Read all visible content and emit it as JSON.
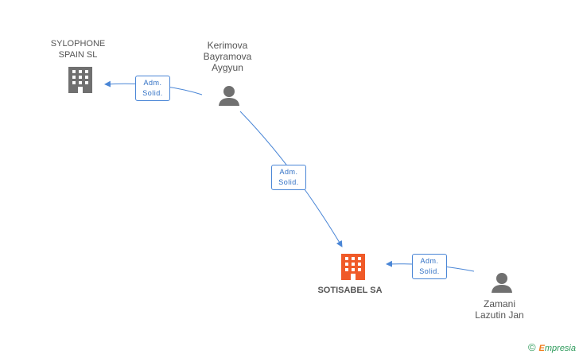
{
  "nodes": {
    "sylophone": {
      "lines": [
        "SYLOPHONE",
        "SPAIN SL"
      ],
      "type": "company"
    },
    "kerimova": {
      "lines": [
        "Kerimova",
        "Bayramova",
        "Aygyun"
      ],
      "type": "person"
    },
    "sotisabel": {
      "lines": [
        "SOTISABEL SA"
      ],
      "type": "company-focus"
    },
    "zamani": {
      "lines": [
        "Zamani",
        "Lazutin Jan"
      ],
      "type": "person"
    }
  },
  "edges": [
    {
      "from": "kerimova",
      "to": "sylophone",
      "label": [
        "Adm.",
        "Solid."
      ]
    },
    {
      "from": "kerimova",
      "to": "sotisabel",
      "label": [
        "Adm.",
        "Solid."
      ]
    },
    {
      "from": "zamani",
      "to": "sotisabel",
      "label": [
        "Adm.",
        "Solid."
      ]
    }
  ],
  "colors": {
    "edge": "#4a86d6",
    "company": "#707070",
    "focus_company": "#f05a28",
    "person": "#707070"
  },
  "credit": {
    "symbol": "©",
    "brand_initial": "E",
    "brand_rest": "mpresia"
  }
}
